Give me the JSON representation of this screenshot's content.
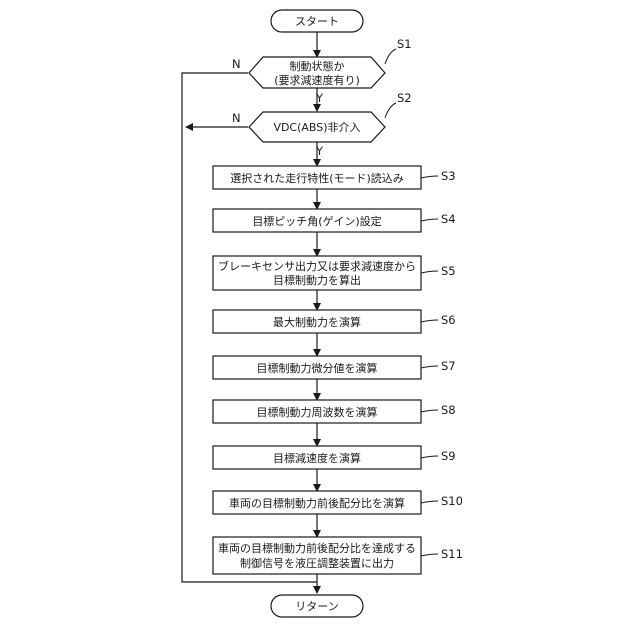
{
  "flowchart": {
    "start": "スタート",
    "end": "リターン",
    "decisions": [
      {
        "id": "S1",
        "lines": [
          "制動状態か",
          "(要求減速度有り)"
        ],
        "no": "N",
        "yes": "Y"
      },
      {
        "id": "S2",
        "lines": [
          "VDC(ABS)非介入"
        ],
        "no": "N",
        "yes": "Y"
      }
    ],
    "steps": [
      {
        "id": "S3",
        "lines": [
          "選択された走行特性(モード)読込み"
        ]
      },
      {
        "id": "S4",
        "lines": [
          "目標ピッチ角(ゲイン)設定"
        ]
      },
      {
        "id": "S5",
        "lines": [
          "ブレーキセンサ出力又は要求減速度から",
          "目標制動力を算出"
        ]
      },
      {
        "id": "S6",
        "lines": [
          "最大制動力を演算"
        ]
      },
      {
        "id": "S7",
        "lines": [
          "目標制動力微分値を演算"
        ]
      },
      {
        "id": "S8",
        "lines": [
          "目標制動力周波数を演算"
        ]
      },
      {
        "id": "S9",
        "lines": [
          "目標減速度を演算"
        ]
      },
      {
        "id": "S10",
        "lines": [
          "車両の目標制動力前後配分比を演算"
        ]
      },
      {
        "id": "S11",
        "lines": [
          "車両の目標制動力前後配分比を達成する",
          "制御信号を液圧調整装置に出力"
        ]
      }
    ]
  }
}
